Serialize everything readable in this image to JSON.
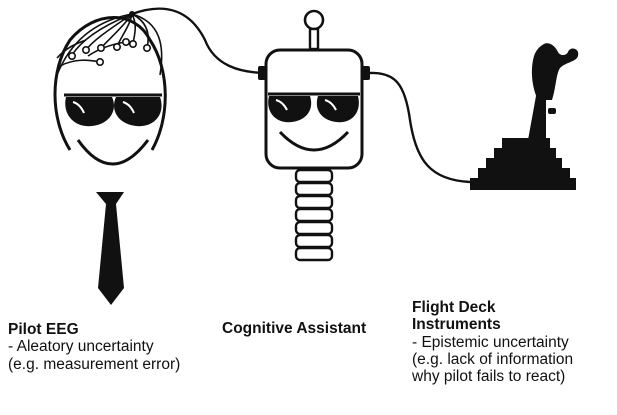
{
  "pilot": {
    "title": "Pilot EEG",
    "lines": [
      "- Aleatory uncertainty",
      "(e.g. measurement error)"
    ]
  },
  "assistant": {
    "title": "Cognitive Assistant"
  },
  "instruments": {
    "title_lines": [
      "Flight Deck",
      "Instruments"
    ],
    "lines": [
      "- Epistemic uncertainty",
      "(e.g. lack of information",
      "why pilot fails to react)"
    ]
  },
  "colors": {
    "ink": "#111111",
    "background": "#ffffff"
  }
}
